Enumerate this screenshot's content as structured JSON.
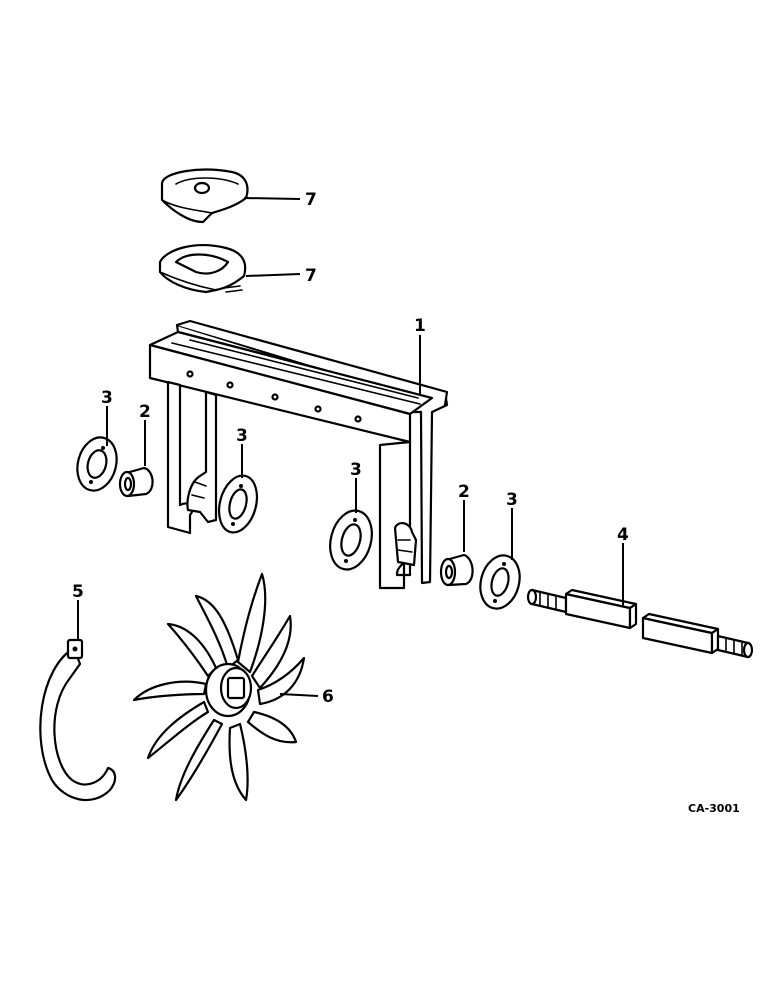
{
  "callouts": {
    "frame": "1",
    "bearing_left": "2",
    "bearing_right": "2",
    "flange_left": "3",
    "flange_mid_left": "3",
    "flange_mid_right": "3",
    "flange_right": "3",
    "shaft": "4",
    "strap": "5",
    "fan": "6",
    "clamp_upper": "7",
    "clamp_lower": "7"
  },
  "figure_code": "CA-3001",
  "colors": {
    "ink": "#000000",
    "paper": "#ffffff"
  }
}
